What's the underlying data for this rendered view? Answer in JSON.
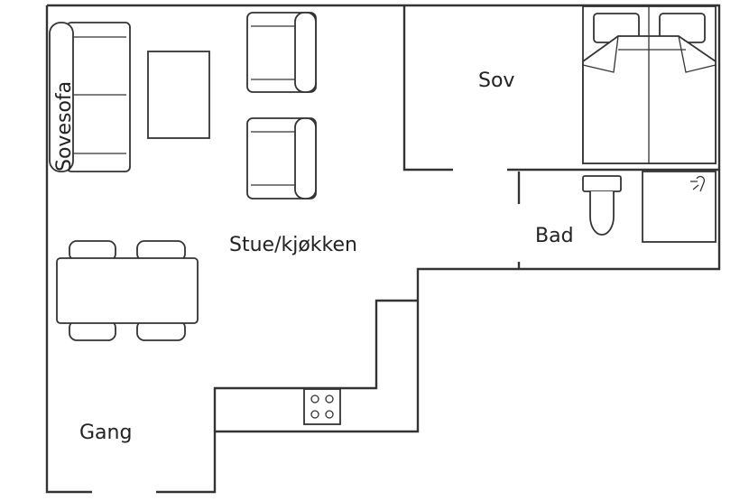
{
  "floorplan": {
    "rooms": {
      "living_kitchen": "Stue/kjøkken",
      "bedroom": "Sov",
      "bathroom": "Bad",
      "hallway": "Gang"
    },
    "furniture": {
      "sofa_bed": "Sovesofa"
    },
    "line_color": "#333333"
  }
}
